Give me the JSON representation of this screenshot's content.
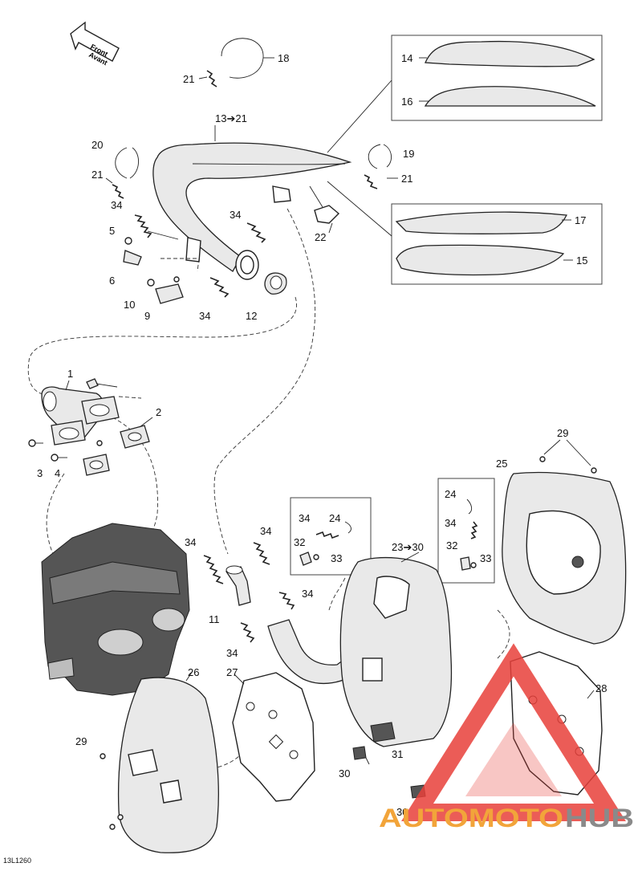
{
  "diagram": {
    "code": "13L1260",
    "direction_arrow": {
      "line1": "Front",
      "line2": "Avant"
    },
    "callouts": {
      "c18": "18",
      "c21a": "21",
      "c13": "13➔21",
      "c14": "14",
      "c16": "16",
      "c20": "20",
      "c21b": "21",
      "c19": "19",
      "c21c": "21",
      "c34a": "34",
      "c34b": "34",
      "c5": "5",
      "c22": "22",
      "c6": "6",
      "c17": "17",
      "c15": "15",
      "c10": "10",
      "c9": "9",
      "c34c": "34",
      "c12": "12",
      "c1": "1",
      "c2": "2",
      "c3": "3",
      "c4": "4",
      "c29a": "29",
      "c25": "25",
      "c24a": "24",
      "c34d": "34",
      "c24b": "24",
      "c34e": "34",
      "c32a": "32",
      "c33a": "33",
      "c23": "23➔30",
      "c34f": "34",
      "c32b": "32",
      "c33b": "33",
      "c34g": "34",
      "c34h": "34",
      "c11": "11",
      "c34i": "34",
      "c34j": "34",
      "c26": "26",
      "c27": "27",
      "c28": "28",
      "c29b": "29",
      "c31": "31",
      "c30a": "30",
      "c30b": "30"
    }
  },
  "watermark": {
    "part1": "AUTOMOTO",
    "part2": "HUB"
  },
  "colors": {
    "watermark_red": "#e8403a",
    "watermark_orange": "#f2a43a",
    "watermark_grey": "#8a8a8a"
  }
}
